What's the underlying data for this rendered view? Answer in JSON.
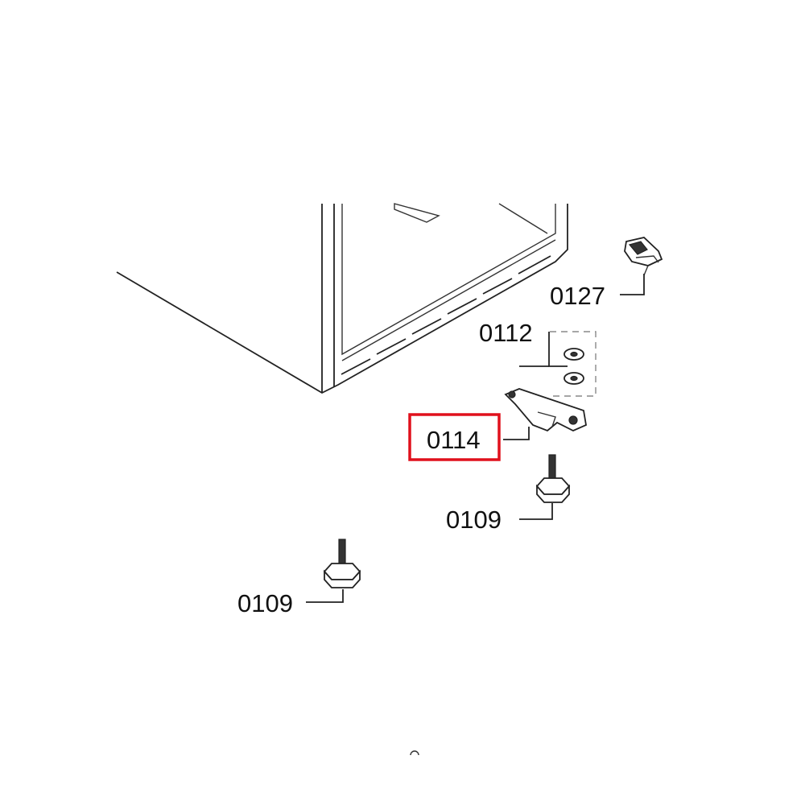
{
  "diagram": {
    "callouts": [
      {
        "id": "c1",
        "label": "0127",
        "highlighted": false
      },
      {
        "id": "c2",
        "label": "0112",
        "highlighted": false
      },
      {
        "id": "c3",
        "label": "0114",
        "highlighted": true
      },
      {
        "id": "c4",
        "label": "0109",
        "highlighted": false
      },
      {
        "id": "c5",
        "label": "0109",
        "highlighted": false
      }
    ],
    "highlight_color": "#e0101c"
  }
}
